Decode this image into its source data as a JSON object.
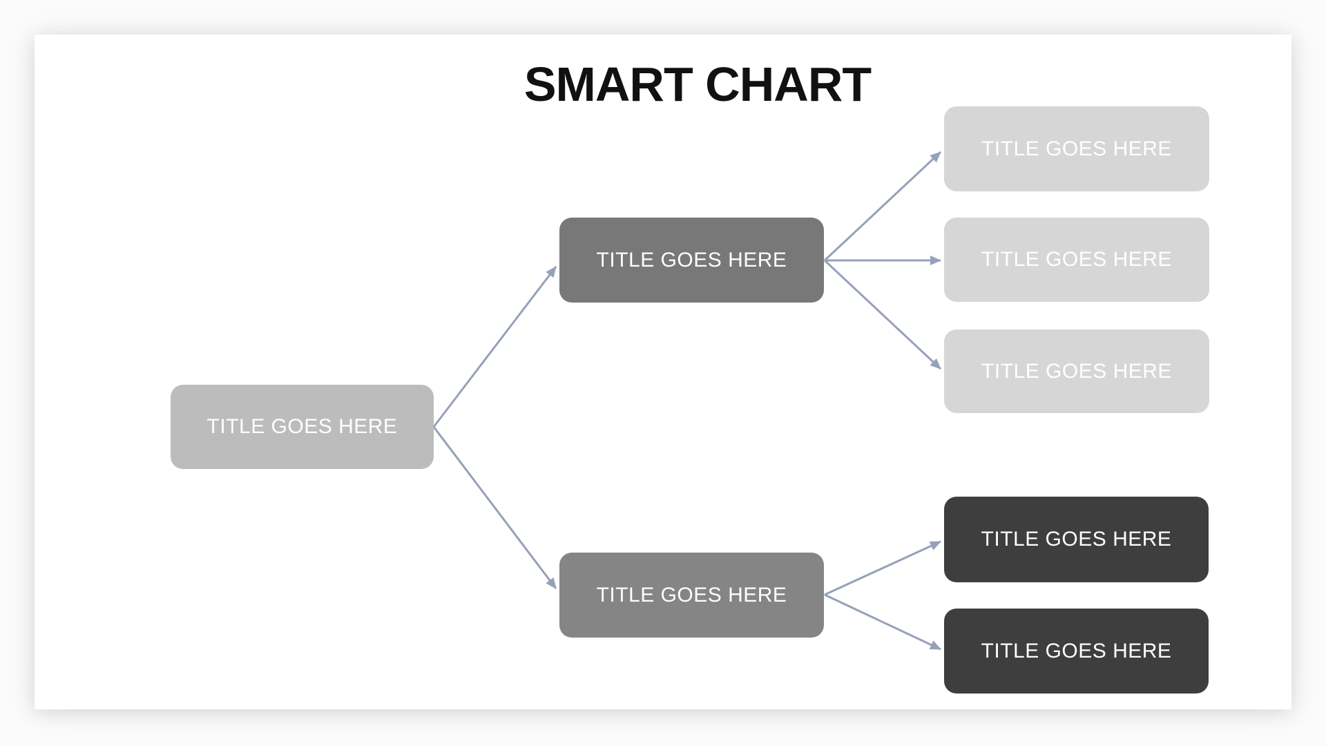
{
  "title": "SMART CHART",
  "nodes": [
    {
      "id": "root",
      "label": "TITLE GOES HERE"
    },
    {
      "id": "branch-top",
      "label": "TITLE GOES HERE"
    },
    {
      "id": "branch-bottom",
      "label": "TITLE GOES HERE"
    },
    {
      "id": "leaf-1",
      "label": "TITLE GOES HERE"
    },
    {
      "id": "leaf-2",
      "label": "TITLE GOES HERE"
    },
    {
      "id": "leaf-3",
      "label": "TITLE GOES HERE"
    },
    {
      "id": "leaf-4",
      "label": "TITLE GOES HERE"
    },
    {
      "id": "leaf-5",
      "label": "TITLE GOES HERE"
    }
  ],
  "colors": {
    "canvas": "#ffffff",
    "title_text": "#111111",
    "node_text": "#ffffff",
    "root_fill": "#bcbcbc",
    "branch_top_fill": "#787878",
    "branch_bottom_fill": "#858585",
    "leaf_light_fill": "#d6d6d6",
    "leaf_dark_fill": "#3e3e3e",
    "arrow": "#95a1b8"
  }
}
